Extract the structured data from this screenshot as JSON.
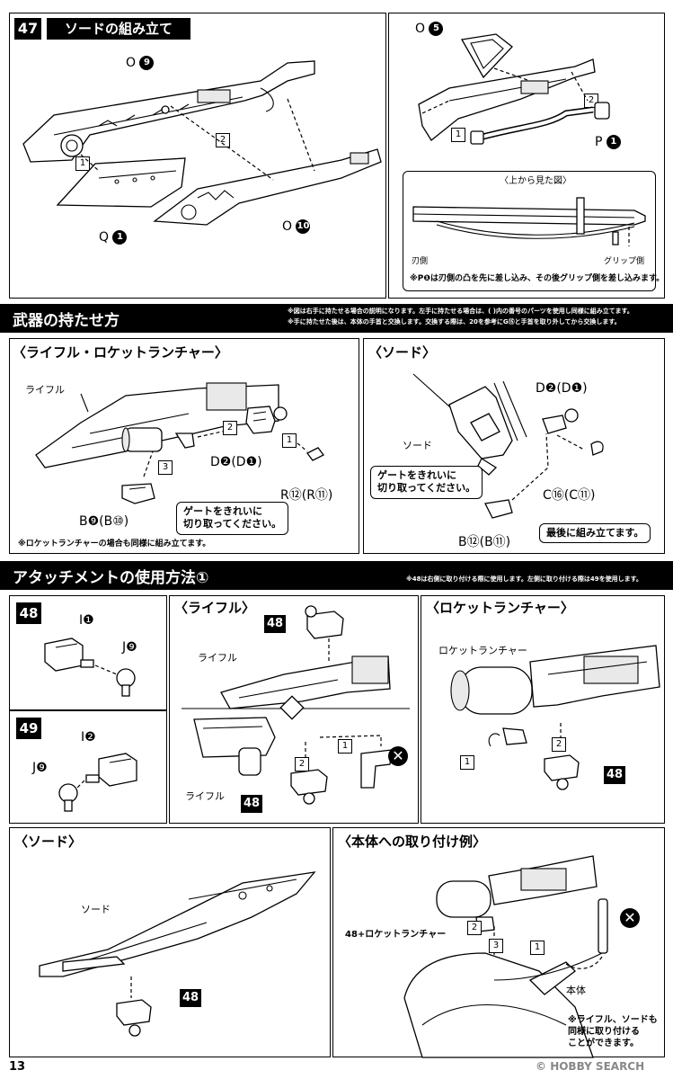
{
  "step47": {
    "number": "47",
    "title": "ソードの組み立て",
    "parts": {
      "o9": {
        "letter": "O",
        "num": "9"
      },
      "o10": {
        "letter": "O",
        "num": "10"
      },
      "q1": {
        "letter": "Q",
        "num": "1"
      },
      "o5": {
        "letter": "O",
        "num": "5"
      },
      "p1": {
        "letter": "P",
        "num": "1"
      }
    },
    "steps": [
      "1",
      "2"
    ],
    "inset": {
      "title": "〈上から見た図〉",
      "blade_side": "刃側",
      "grip_side": "グリップ側",
      "note": "※P❶は刃側の凸を先に差し込み、その後グリップ側を差し込みます。"
    }
  },
  "holding": {
    "title": "武器の持たせ方",
    "notes": [
      "※図は右手に持たせる場合の説明になります。左手に持たせる場合は、( )内の番号のパーツを使用し同様に組み立てます。",
      "※手に持たせた後は、本体の手首と交換します。交換する際は、20を参考にG⑮と手首を取り外してから交換します。"
    ],
    "rifle_panel": {
      "title": "〈ライフル・ロケットランチャー〉",
      "label_rifle": "ライフル",
      "d_label": "D❷(D❶)",
      "r_label": "R⑫(R⑪)",
      "b_label": "B❾(B⑩)",
      "callout": [
        "ゲートをきれいに",
        "切り取ってください。"
      ],
      "footnote": "※ロケットランチャーの場合も同様に組み立てます。",
      "steps": [
        "1",
        "2",
        "3"
      ]
    },
    "sword_panel": {
      "title": "〈ソード〉",
      "label_sword": "ソード",
      "d_label": "D❷(D❶)",
      "c_label": "C⑯(C⑪)",
      "b_label": "B⑫(B⑪)",
      "callout": [
        "ゲートをきれいに",
        "切り取ってください。"
      ],
      "callout_last": "最後に組み立てます。"
    }
  },
  "attachment": {
    "title": "アタッチメントの使用方法①",
    "note": "※48は右側に取り付ける際に使用します。左側に取り付ける際は49を使用します。",
    "a48": {
      "number": "48",
      "i_label": "I❶",
      "j_label": "J❾"
    },
    "a49": {
      "number": "49",
      "i_label": "I❷",
      "j_label": "J❾"
    },
    "rifle": {
      "title": "〈ライフル〉",
      "label_top": "ライフル",
      "label_bottom": "ライフル",
      "badge": "48",
      "steps": [
        "1",
        "2"
      ]
    },
    "rocket": {
      "title": "〈ロケットランチャー〉",
      "label": "ロケットランチャー",
      "badge": "48",
      "steps": [
        "1",
        "2"
      ]
    },
    "sword": {
      "title": "〈ソード〉",
      "label": "ソード",
      "badge": "48"
    },
    "mount": {
      "title": "〈本体への取り付け例〉",
      "badge_label": "48+ロケットランチャー",
      "badge": "48",
      "body_label": "本体",
      "note": [
        "※ライフル、ソードも",
        "同様に取り付ける",
        "ことができます。"
      ],
      "steps": [
        "1",
        "2",
        "3"
      ]
    }
  },
  "footer": {
    "page_number": "13",
    "watermark": "HOBBY SEARCH"
  }
}
